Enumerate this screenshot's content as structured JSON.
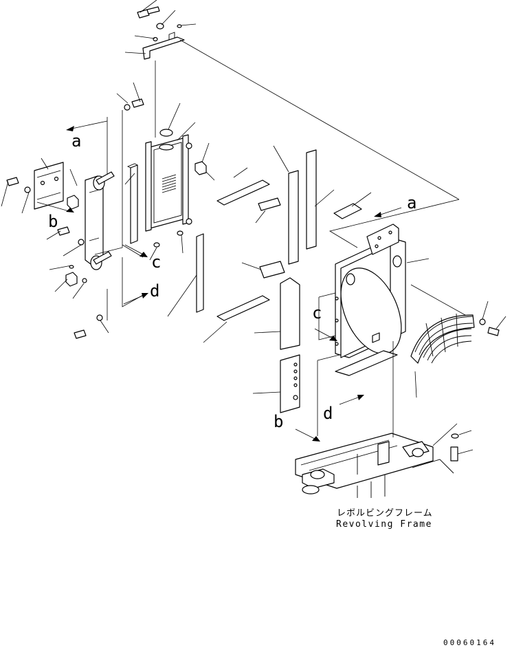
{
  "callouts": {
    "a": "a",
    "b": "b",
    "c": "c",
    "d": "d"
  },
  "revolving_frame": {
    "label_jp": "レボルビングフレーム",
    "label_en": "Revolving Frame"
  },
  "drawing_number": "00060164",
  "colors": {
    "ink": "#000000",
    "paper": "#ffffff"
  }
}
